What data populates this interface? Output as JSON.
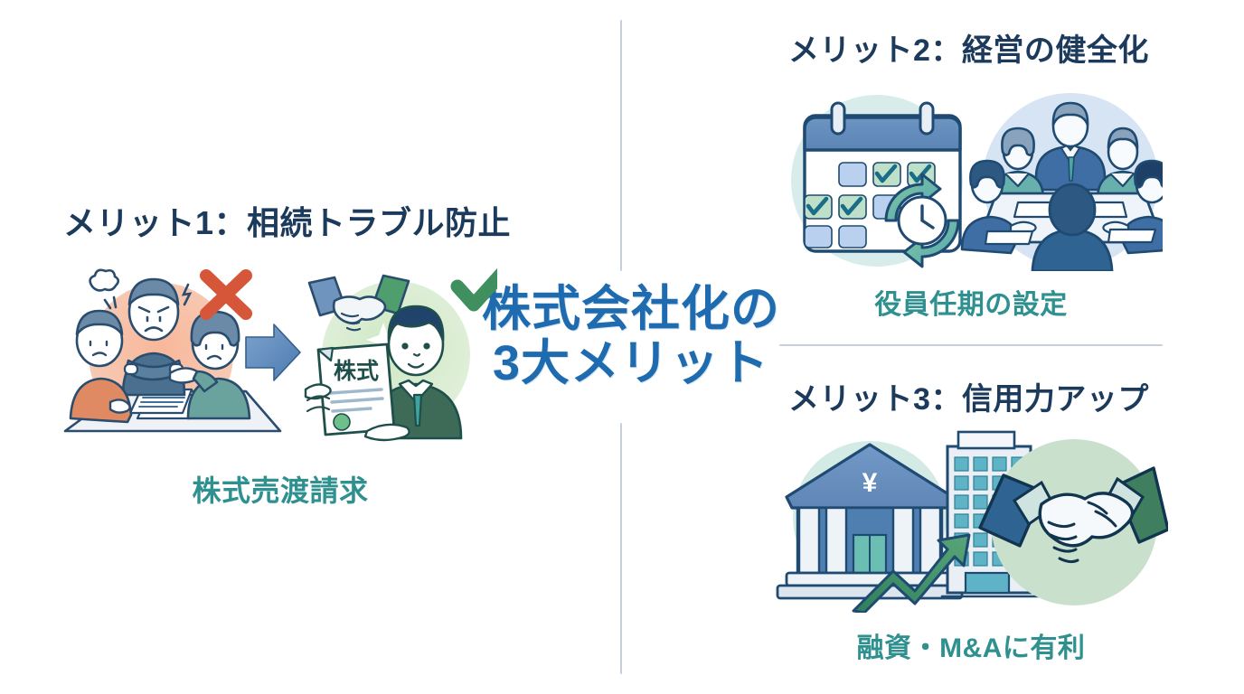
{
  "page": {
    "background_color": "#ffffff",
    "heading_color": "#1b3a5c",
    "label_color": "#2f9090",
    "title_color": "#1f6bb0",
    "divider_color": "#c7d0da"
  },
  "center_title": {
    "line1": "株式会社化の",
    "line2": "3大メリット"
  },
  "merits": [
    {
      "id": "merit-1",
      "heading": "メリット1：相続トラブル防止",
      "label": "株式売渡請求",
      "illustration": {
        "left_scene": "family-dispute-at-table",
        "right_scene": "businessman-holding-stock-certificate",
        "document_text": "株式",
        "badge_negative": "red-x-mark",
        "badge_positive": "green-check-mark",
        "transition": "blue-right-arrow"
      }
    },
    {
      "id": "merit-2",
      "heading": "メリット2：経営の健全化",
      "label": "役員任期の設定",
      "illustration": {
        "left_scene": "calendar-with-checkmarks-and-clock-cycle",
        "right_scene": "board-meeting-around-table"
      }
    },
    {
      "id": "merit-3",
      "heading": "メリット3：信用力アップ",
      "label": "融資・M&Aに有利",
      "illustration": {
        "left_scene": "bank-building-with-yen-and-growth-arrow",
        "right_scene": "office-building-with-handshake",
        "currency_symbol": "¥"
      }
    }
  ]
}
